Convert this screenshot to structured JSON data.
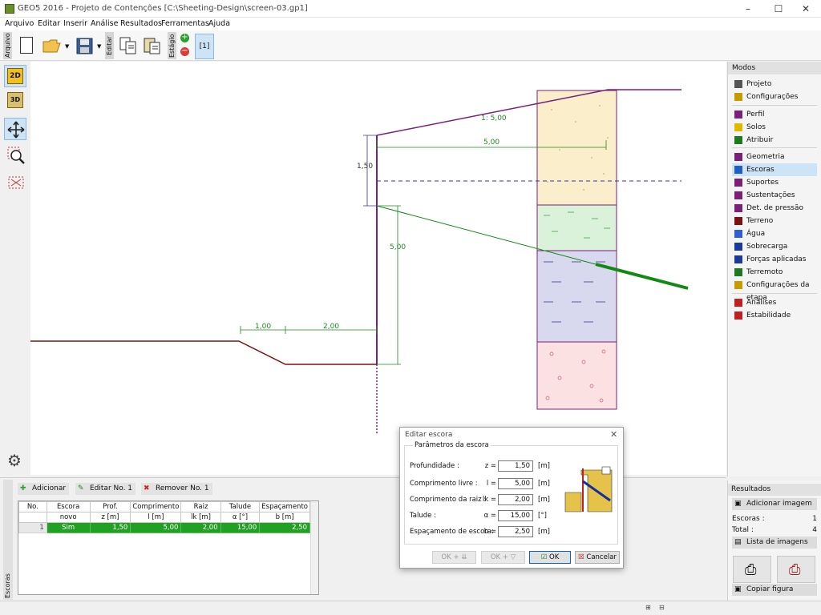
{
  "window": {
    "title": "GEO5 2016 - Projeto de Contenções [C:\\Sheeting-Design\\screen-03.gp1]",
    "controls": [
      "–",
      "☐",
      "✕"
    ]
  },
  "menu": [
    "Arquivo",
    "Editar",
    "Inserir",
    "Análise",
    "Resultados",
    "Ferramentas",
    "Ajuda"
  ],
  "toolbar": {
    "file_label": "Arquivo",
    "edit_label": "Editar",
    "stage_label": "Estágio",
    "stage_value": "[1]",
    "stage_add": "+",
    "stage_remove": "−"
  },
  "left_toolbar": {
    "btn_2d": "2D",
    "btn_3d": "3D"
  },
  "drawing": {
    "slope_label": "1: 5,00",
    "top_dim": "5,00",
    "depth_dim": "1,50",
    "free_length_dim": "5,00",
    "berm_dim_1": "1,00",
    "berm_dim_2": "2,00"
  },
  "modes": {
    "header": "Modos",
    "items": [
      {
        "label": "Projeto",
        "icon": "document-icon"
      },
      {
        "label": "Configurações",
        "icon": "gear-icon"
      },
      {
        "label": "Perfil",
        "icon": "profile-icon"
      },
      {
        "label": "Solos",
        "icon": "soils-icon"
      },
      {
        "label": "Atribuir",
        "icon": "assign-icon"
      },
      {
        "label": "Geometria",
        "icon": "geometry-icon"
      },
      {
        "label": "Escoras",
        "icon": "anchors-icon"
      },
      {
        "label": "Suportes",
        "icon": "supports-icon"
      },
      {
        "label": "Sustentações",
        "icon": "props-icon"
      },
      {
        "label": "Det. de pressão",
        "icon": "pressure-icon"
      },
      {
        "label": "Terreno",
        "icon": "terrain-icon"
      },
      {
        "label": "Água",
        "icon": "water-icon"
      },
      {
        "label": "Sobrecarga",
        "icon": "surcharge-icon"
      },
      {
        "label": "Forças aplicadas",
        "icon": "forces-icon"
      },
      {
        "label": "Terremoto",
        "icon": "earthquake-icon"
      },
      {
        "label": "Configurações da etapa",
        "icon": "stage-settings-icon"
      },
      {
        "label": "Análises",
        "icon": "analysis-icon"
      },
      {
        "label": "Estabilidade",
        "icon": "stability-icon"
      }
    ],
    "active": "Escoras"
  },
  "bottom_panel": {
    "side_label": "Escoras",
    "add_button": "Adicionar",
    "edit_button": "Editar No. 1",
    "remove_button": "Remover No. 1",
    "columns": [
      {
        "line1": "No.",
        "line2": ""
      },
      {
        "line1": "Escora",
        "line2": "novo"
      },
      {
        "line1": "Prof.",
        "line2": "z [m]"
      },
      {
        "line1": "Comprimento",
        "line2": "l [m]"
      },
      {
        "line1": "Raiz",
        "line2": "lk [m]"
      },
      {
        "line1": "Talude",
        "line2": "α [°]"
      },
      {
        "line1": "Espaçamento",
        "line2": "b [m]"
      }
    ],
    "rows": [
      {
        "no": "1",
        "novo": "Sim",
        "z": "1,50",
        "l": "5,00",
        "lk": "2,00",
        "alpha": "15,00",
        "b": "2,50"
      }
    ]
  },
  "results": {
    "header": "Resultados",
    "add_image": "Adicionar imagem",
    "anchors_label": "Escoras :",
    "anchors_value": "1",
    "total_label": "Total :",
    "total_value": "4",
    "image_list": "Lista de imagens",
    "copy_figure": "Copiar figura"
  },
  "dialog": {
    "title": "Editar escora",
    "group_title": "Parâmetros da escora",
    "fields": [
      {
        "label": "Profundidade :",
        "symbol": "z =",
        "value": "1,50",
        "unit": "[m]"
      },
      {
        "label": "Comprimento livre :",
        "symbol": "l =",
        "value": "5,00",
        "unit": "[m]"
      },
      {
        "label": "Comprimento da raiz :",
        "symbol": "lk =",
        "value": "2,00",
        "unit": "[m]"
      },
      {
        "label": "Talude :",
        "symbol": "α =",
        "value": "15,00",
        "unit": "[°]"
      },
      {
        "label": "Espaçamento de escora:",
        "symbol": "b =",
        "value": "2,50",
        "unit": "[m]"
      }
    ],
    "btn_ok_add": "OK + ⇊",
    "btn_ok_edit": "OK + ▽",
    "btn_ok": "OK",
    "btn_cancel": "Cancelar"
  },
  "colors": {
    "wall": "#7a1f7a",
    "dimension": "#1e8a1e",
    "anchor": "#128a12",
    "terrain": "#7a1010",
    "water_line": "#3030c0",
    "soil_1": "#fbeecb",
    "soil_2": "#d9f2d9",
    "soil_3": "#d8d8ef",
    "soil_4": "#fbe1e1",
    "row_highlight": "#21a121",
    "selection": "#cde4f7"
  }
}
